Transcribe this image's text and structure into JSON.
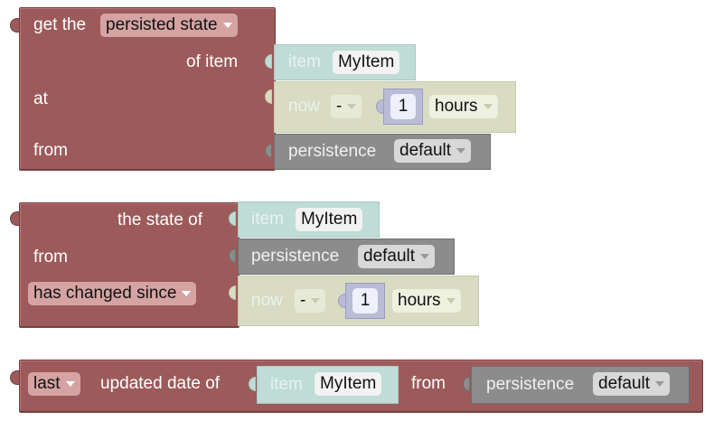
{
  "block1": {
    "title": "get the",
    "dropdown": "persisted state",
    "of_item": "of item",
    "at": "at",
    "from": "from",
    "item_keyword": "item",
    "item_name": "MyItem",
    "now": "now",
    "operator": "-",
    "amount": "1",
    "unit": "hours",
    "persistence": "persistence",
    "service": "default"
  },
  "block2": {
    "title": "the state of",
    "from": "from",
    "dropdown": "has changed since",
    "item_keyword": "item",
    "item_name": "MyItem",
    "persistence": "persistence",
    "service": "default",
    "now": "now",
    "operator": "-",
    "amount": "1",
    "unit": "hours"
  },
  "block3": {
    "dropdown": "last",
    "label": "updated date of",
    "item_keyword": "item",
    "item_name": "MyItem",
    "from": "from",
    "persistence": "persistence",
    "service": "default"
  }
}
